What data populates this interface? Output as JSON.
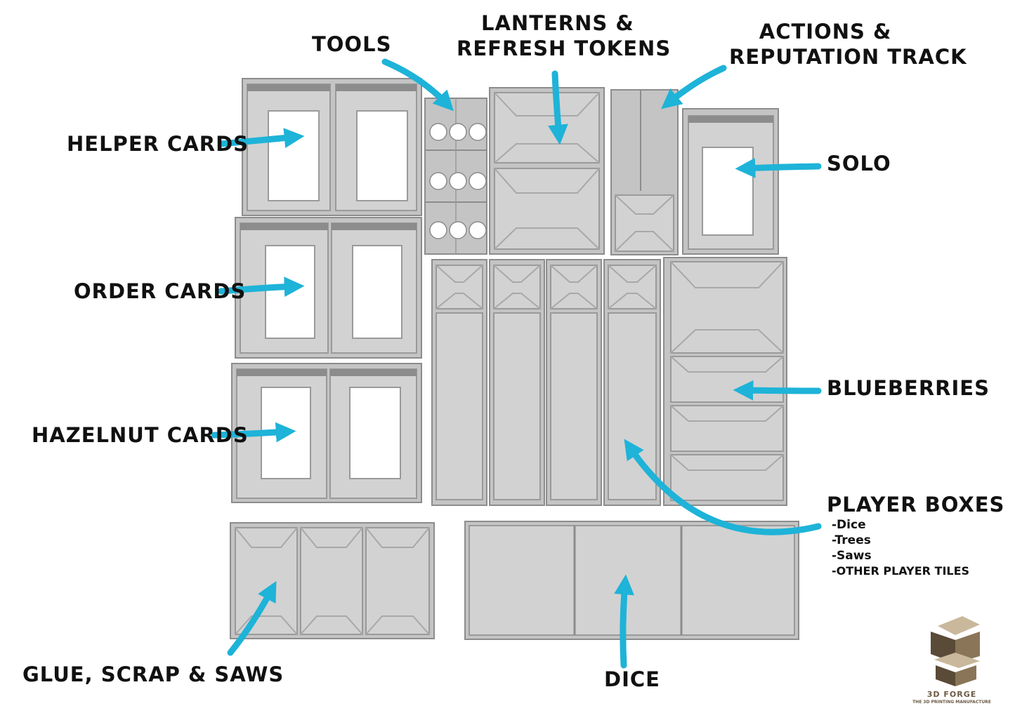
{
  "labels": {
    "tools": "TOOLS",
    "lanterns_line1": "LANTERNS &",
    "lanterns_line2": "REFRESH TOKENS",
    "actions_line1": "ACTIONS &",
    "actions_line2": "REPUTATION TRACK",
    "helper": "HELPER CARDS",
    "solo": "SOLO",
    "order": "ORDER CARDS",
    "blueberries": "BLUEBERRIES",
    "hazelnut": "HAZELNUT CARDS",
    "player_boxes": "PLAYER BOXES",
    "glue": "GLUE, SCRAP & SAWS",
    "dice": "DICE"
  },
  "player_box_items": [
    "-Dice",
    "-Trees",
    "-Saws",
    "-other player tiles"
  ],
  "logo": {
    "name": "3D FORGE",
    "tagline": "THE 3D PRINTING MANUFACTURE"
  },
  "colors": {
    "arrow": "#1eb3d8",
    "tray_face": "#c4c4c4",
    "tray_rim": "#9a9a9a",
    "tray_wall": "#8c8c8c",
    "tray_floor": "#d2d2d2",
    "cutout": "#ffffff",
    "label": "#111111",
    "logo_dark": "#5a4a38",
    "logo_light": "#c9b89c"
  }
}
